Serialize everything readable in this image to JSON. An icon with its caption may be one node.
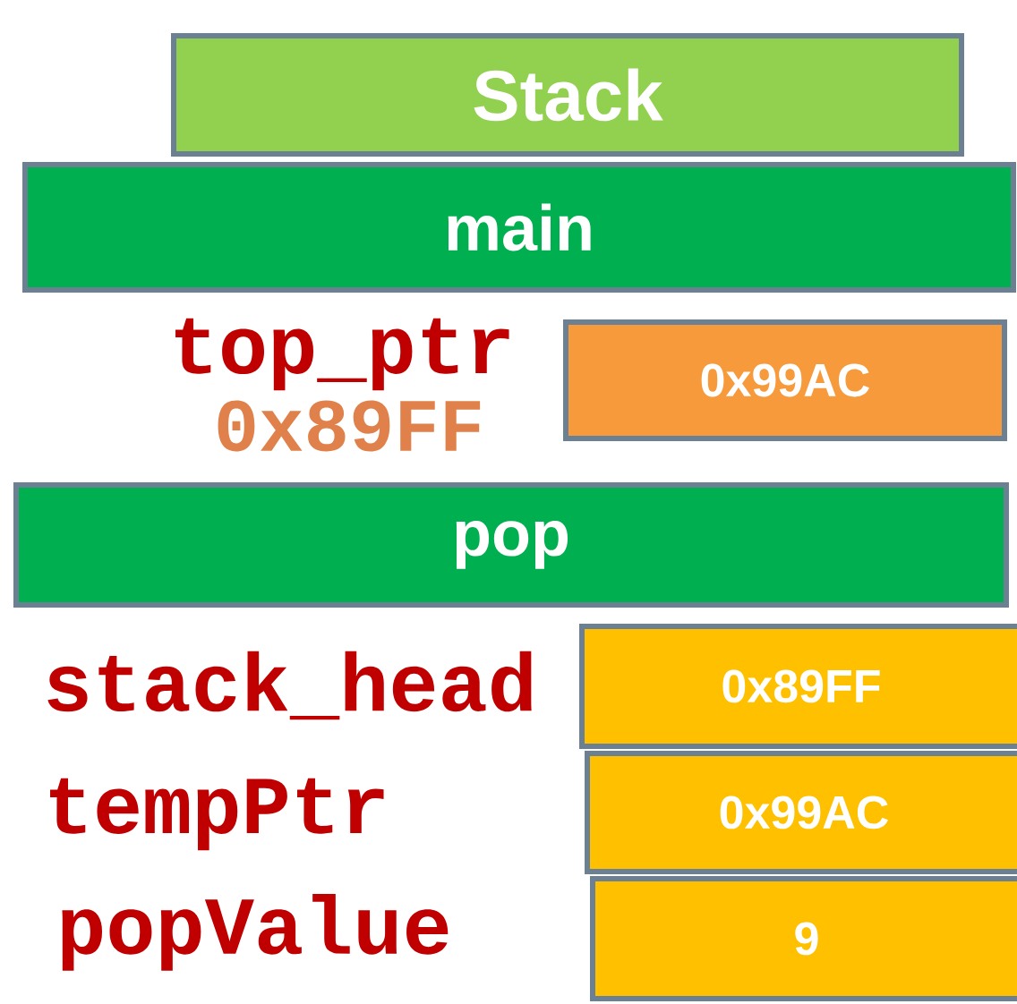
{
  "diagram": {
    "nodes": [
      {
        "text": [
          "Stack"
        ]
      },
      {
        "text": [
          "main"
        ]
      },
      {
        "text": [
          "0x99AC"
        ],
        "beside": [
          "top_ptr",
          "0x89FF"
        ]
      },
      {
        "text": [
          "pop"
        ]
      },
      {
        "text": [
          "0x89FF"
        ],
        "beside": [
          "stack_head"
        ]
      },
      {
        "text": [
          "0x99AC"
        ],
        "beside": [
          "tempPtr"
        ]
      },
      {
        "text": [
          "9"
        ],
        "beside": [
          "popValue"
        ]
      }
    ]
  }
}
